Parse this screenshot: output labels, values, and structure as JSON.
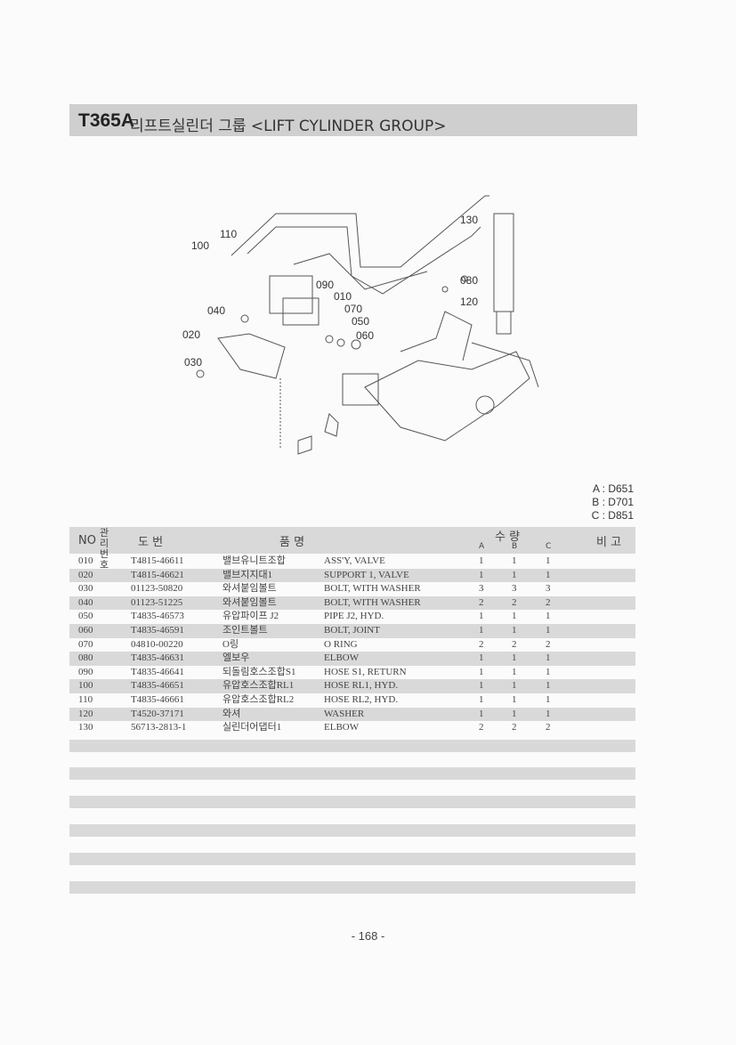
{
  "header": {
    "code": "T365A",
    "title": "리프트실린더 그룹 <LIFT CYLINDER GROUP>"
  },
  "diagram": {
    "callouts": [
      "110",
      "100",
      "090",
      "010",
      "070",
      "050",
      "060",
      "040",
      "020",
      "030",
      "130",
      "080",
      "120"
    ]
  },
  "models": [
    "A : D651",
    "B : D701",
    "C : D851"
  ],
  "table": {
    "headers": {
      "no": "NO",
      "mgmt": "관리\n번호",
      "drawing": "도 번",
      "name": "품 명",
      "qty": "수 량",
      "qty_a": "A",
      "qty_b": "B",
      "qty_c": "C",
      "note": "비 고"
    },
    "rows": [
      {
        "no": "010",
        "part": "T4815-46611",
        "kor": "밸브유니트조합",
        "eng": "ASS'Y, VALVE",
        "a": "1",
        "b": "1",
        "c": "1"
      },
      {
        "no": "020",
        "part": "T4815-46621",
        "kor": "밸브지지대1",
        "eng": "SUPPORT 1, VALVE",
        "a": "1",
        "b": "1",
        "c": "1"
      },
      {
        "no": "030",
        "part": "01123-50820",
        "kor": "와셔붙임볼트",
        "eng": "BOLT, WITH WASHER",
        "a": "3",
        "b": "3",
        "c": "3"
      },
      {
        "no": "040",
        "part": "01123-51225",
        "kor": "와셔붙임볼트",
        "eng": "BOLT, WITH WASHER",
        "a": "2",
        "b": "2",
        "c": "2"
      },
      {
        "no": "050",
        "part": "T4835-46573",
        "kor": "유압파이프 J2",
        "eng": "PIPE J2, HYD.",
        "a": "1",
        "b": "1",
        "c": "1"
      },
      {
        "no": "060",
        "part": "T4835-46591",
        "kor": "조인트볼트",
        "eng": "BOLT, JOINT",
        "a": "1",
        "b": "1",
        "c": "1"
      },
      {
        "no": "070",
        "part": "04810-00220",
        "kor": "O링",
        "eng": "O RING",
        "a": "2",
        "b": "2",
        "c": "2"
      },
      {
        "no": "080",
        "part": "T4835-46631",
        "kor": "엘보우",
        "eng": "ELBOW",
        "a": "1",
        "b": "1",
        "c": "1"
      },
      {
        "no": "090",
        "part": "T4835-46641",
        "kor": "되돌림호스조합S1",
        "eng": "HOSE S1, RETURN",
        "a": "1",
        "b": "1",
        "c": "1"
      },
      {
        "no": "100",
        "part": "T4835-46651",
        "kor": "유압호스조합RL1",
        "eng": "HOSE RL1, HYD.",
        "a": "1",
        "b": "1",
        "c": "1"
      },
      {
        "no": "110",
        "part": "T4835-46661",
        "kor": "유압호스조합RL2",
        "eng": "HOSE RL2, HYD.",
        "a": "1",
        "b": "1",
        "c": "1"
      },
      {
        "no": "120",
        "part": "T4520-37171",
        "kor": "와셔",
        "eng": "WASHER",
        "a": "1",
        "b": "1",
        "c": "1"
      },
      {
        "no": "130",
        "part": "56713-2813-1",
        "kor": "실린더어댑터1",
        "eng": "ELBOW",
        "a": "2",
        "b": "2",
        "c": "2"
      }
    ]
  },
  "footer": {
    "page": "- 168 -"
  }
}
